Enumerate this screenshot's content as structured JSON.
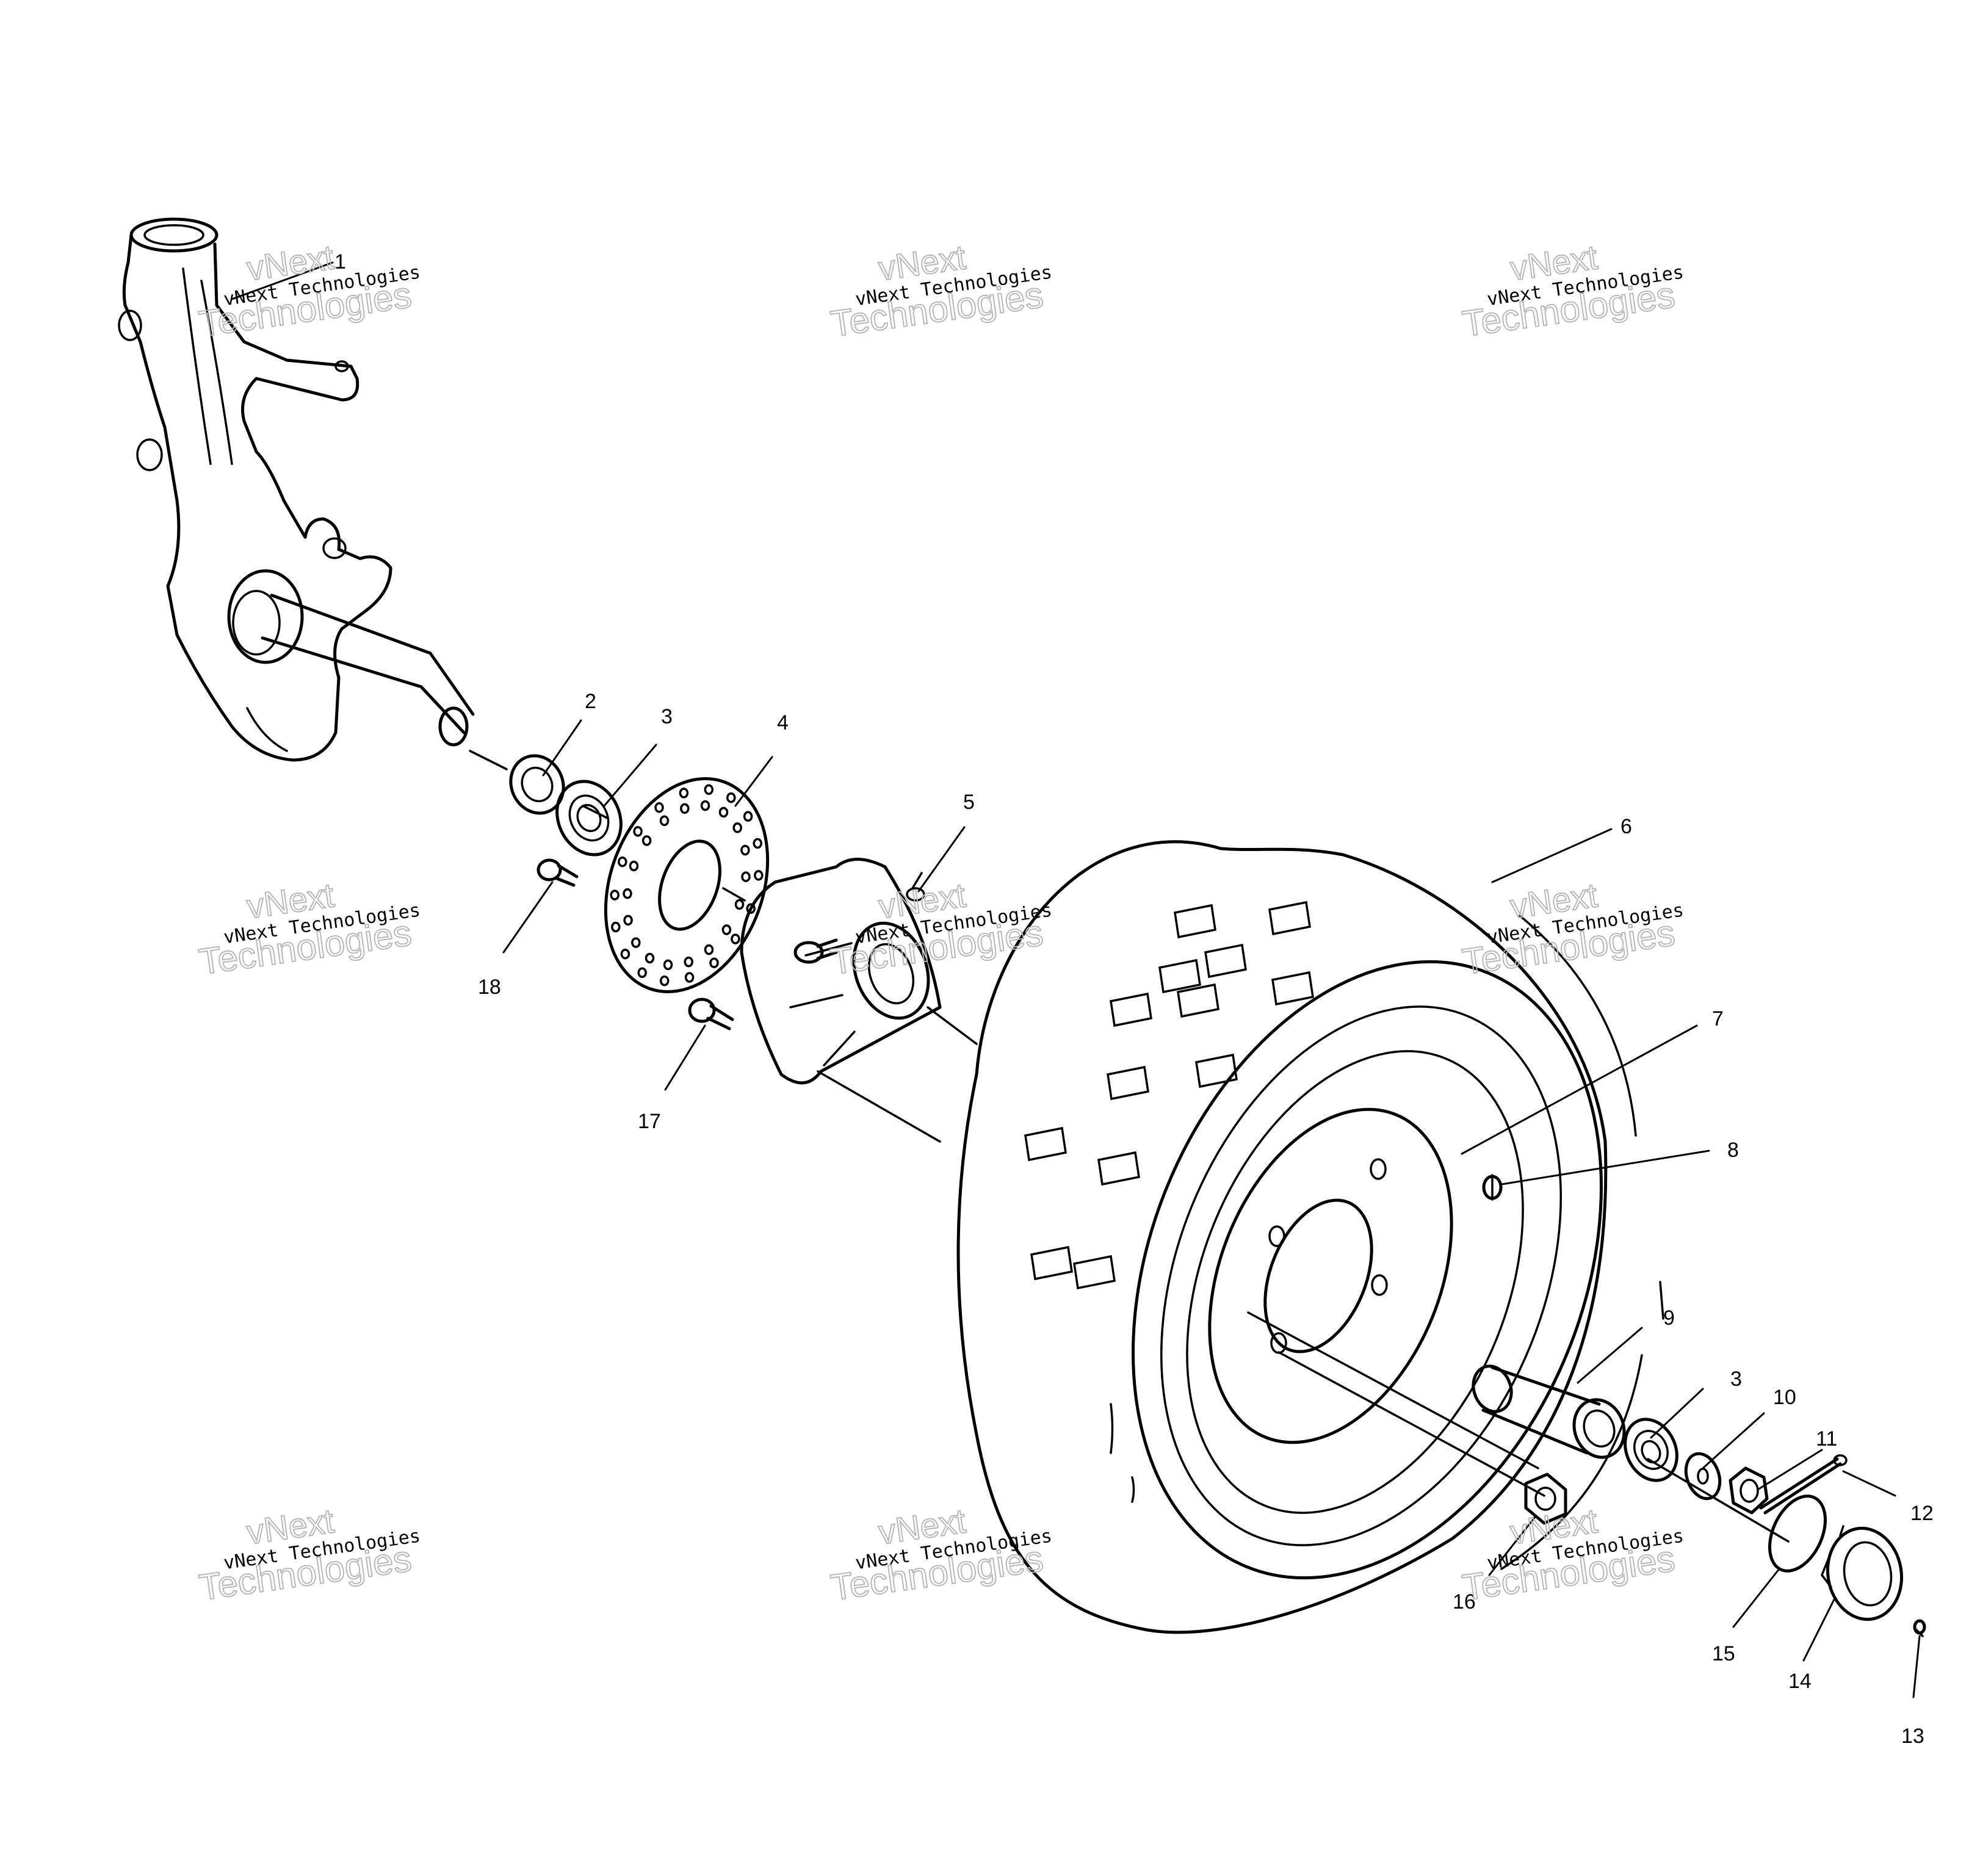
{
  "diagram": {
    "callouts": [
      {
        "id": "c1",
        "text": "1"
      },
      {
        "id": "c2",
        "text": "2"
      },
      {
        "id": "c3a",
        "text": "3"
      },
      {
        "id": "c4",
        "text": "4"
      },
      {
        "id": "c5",
        "text": "5"
      },
      {
        "id": "c6",
        "text": "6"
      },
      {
        "id": "c7",
        "text": "7"
      },
      {
        "id": "c8",
        "text": "8"
      },
      {
        "id": "c9",
        "text": "9"
      },
      {
        "id": "c3b",
        "text": "3"
      },
      {
        "id": "c10",
        "text": "10"
      },
      {
        "id": "c11",
        "text": "11"
      },
      {
        "id": "c12",
        "text": "12"
      },
      {
        "id": "c13",
        "text": "13"
      },
      {
        "id": "c14",
        "text": "14"
      },
      {
        "id": "c15",
        "text": "15"
      },
      {
        "id": "c16",
        "text": "16"
      },
      {
        "id": "c17",
        "text": "17"
      },
      {
        "id": "c18",
        "text": "18"
      }
    ]
  },
  "watermark": {
    "line1": "vNext Technologies",
    "line2": "vNext",
    "line3": "Technologies"
  }
}
